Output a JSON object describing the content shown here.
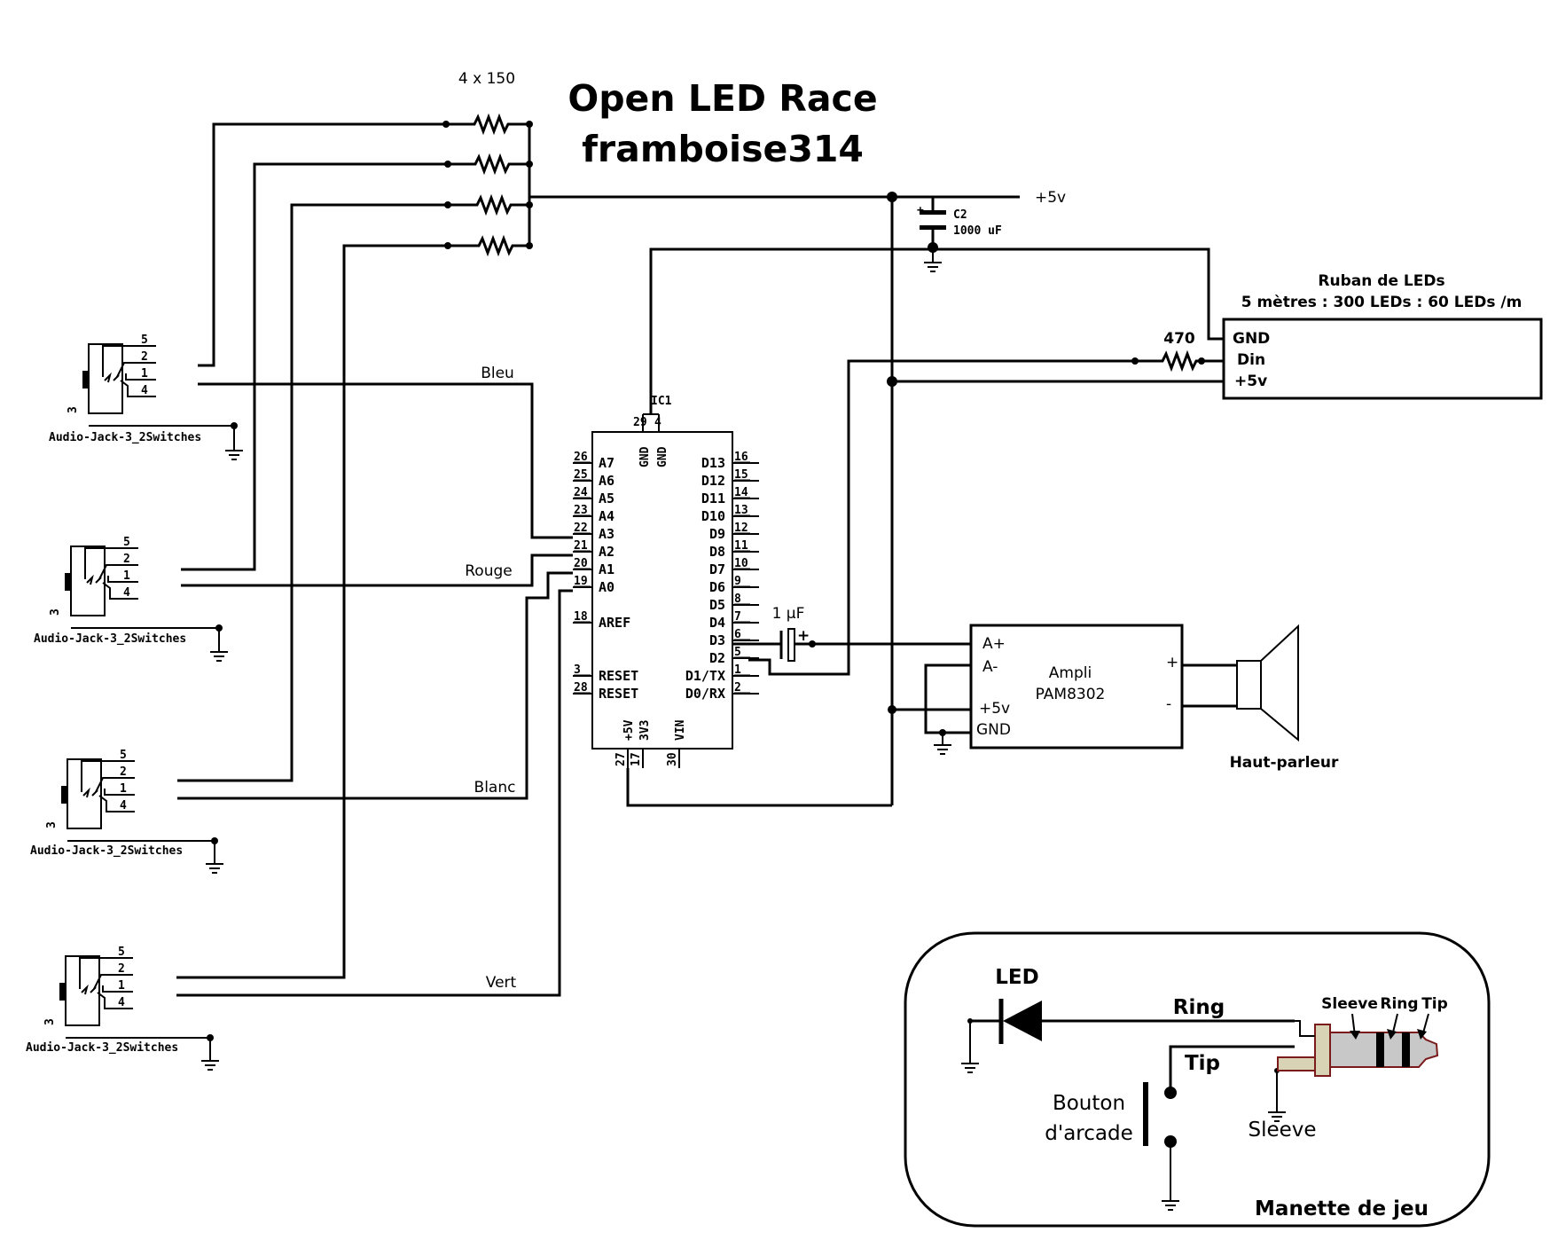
{
  "title": {
    "line1": "Open LED Race",
    "line2": "framboise314"
  },
  "resistors": {
    "pullups_label": "4 x 150",
    "din_label": "470"
  },
  "power": {
    "vcc_label": "+5v"
  },
  "capacitors": {
    "c2_name": "C2",
    "c2_value": "1000 uF",
    "coupling_value": "1 µF"
  },
  "player_wires": [
    "Bleu",
    "Rouge",
    "Blanc",
    "Vert"
  ],
  "audio_jacks": {
    "part_label": "Audio-Jack-3_2Switches",
    "pin_numbers": [
      "5",
      "2",
      "1",
      "4"
    ],
    "pin3": "3"
  },
  "arduino": {
    "ref": "IC1",
    "top_pins": [
      "29",
      "4"
    ],
    "top_labels": [
      "GND",
      "GND"
    ],
    "left_pins": [
      {
        "num": "26",
        "name": "A7"
      },
      {
        "num": "25",
        "name": "A6"
      },
      {
        "num": "24",
        "name": "A5"
      },
      {
        "num": "23",
        "name": "A4"
      },
      {
        "num": "22",
        "name": "A3"
      },
      {
        "num": "21",
        "name": "A2"
      },
      {
        "num": "20",
        "name": "A1"
      },
      {
        "num": "19",
        "name": "A0"
      },
      {
        "num": "18",
        "name": "AREF"
      },
      {
        "num": "3",
        "name": "RESET"
      },
      {
        "num": "28",
        "name": "RESET"
      }
    ],
    "right_pins": [
      {
        "num": "16",
        "name": "D13"
      },
      {
        "num": "15",
        "name": "D12"
      },
      {
        "num": "14",
        "name": "D11"
      },
      {
        "num": "13",
        "name": "D10"
      },
      {
        "num": "12",
        "name": "D9"
      },
      {
        "num": "11",
        "name": "D8"
      },
      {
        "num": "10",
        "name": "D7"
      },
      {
        "num": "9",
        "name": "D6"
      },
      {
        "num": "8",
        "name": "D5"
      },
      {
        "num": "7",
        "name": "D4"
      },
      {
        "num": "6",
        "name": "D3"
      },
      {
        "num": "5",
        "name": "D2"
      },
      {
        "num": "1",
        "name": "D1/TX"
      },
      {
        "num": "2",
        "name": "D0/RX"
      }
    ],
    "bottom_labels": [
      "+5V",
      "3V3",
      "VIN"
    ],
    "bottom_pins": [
      "27",
      "17",
      "30"
    ]
  },
  "led_strip": {
    "title": "Ruban de LEDs",
    "subtitle": "5 mètres : 300 LEDs : 60 LEDs /m",
    "pins": [
      "GND",
      "Din",
      "+5v"
    ]
  },
  "amplifier": {
    "name": "Ampli",
    "model": "PAM8302",
    "pins_left": [
      "A+",
      "A-",
      "+5v",
      "GND"
    ],
    "pins_right": [
      "+",
      "-"
    ]
  },
  "speaker": {
    "label": "Haut-parleur"
  },
  "controller": {
    "title": "Manette de jeu",
    "led_label": "LED",
    "ring_label": "Ring",
    "tip_label": "Tip",
    "sleeve_label": "Sleeve",
    "button_line1": "Bouton",
    "button_line2": "d'arcade",
    "plug_labels": [
      "Sleeve",
      "Ring",
      "Tip"
    ]
  }
}
